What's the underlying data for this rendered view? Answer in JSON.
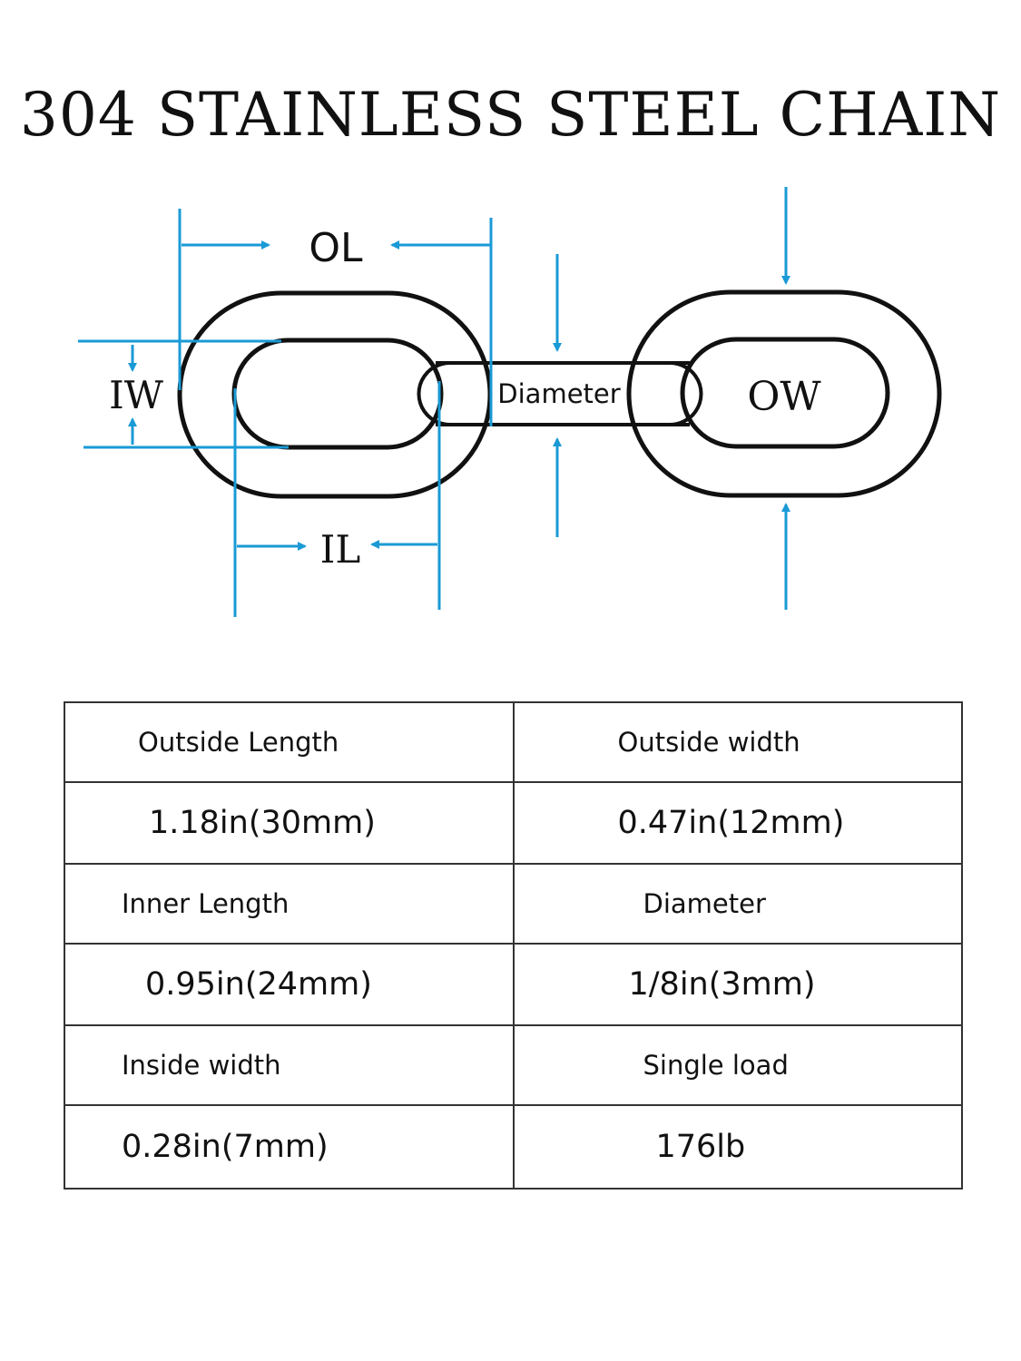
{
  "title": "304 STAINLESS STEEL CHAIN",
  "diagram": {
    "labels": {
      "ol": "OL",
      "ow": "OW",
      "iw": "IW",
      "il": "IL",
      "diameter": "Diameter"
    },
    "colors": {
      "chain": "#111111",
      "dimension_lines": "#1a9ad6"
    }
  },
  "specs": {
    "rows": [
      {
        "left_label": "Outside  Length",
        "left_value": "1.18in(30mm)",
        "right_label": "Outside width",
        "right_value": "0.47in(12mm)"
      },
      {
        "left_label": "Inner Length",
        "left_value": "0.95in(24mm)",
        "right_label": "Diameter",
        "right_value": "1/8in(3mm)"
      },
      {
        "left_label": "Inside width",
        "left_value": "0.28in(7mm)",
        "right_label": "Single load",
        "right_value": "176lb"
      }
    ]
  }
}
